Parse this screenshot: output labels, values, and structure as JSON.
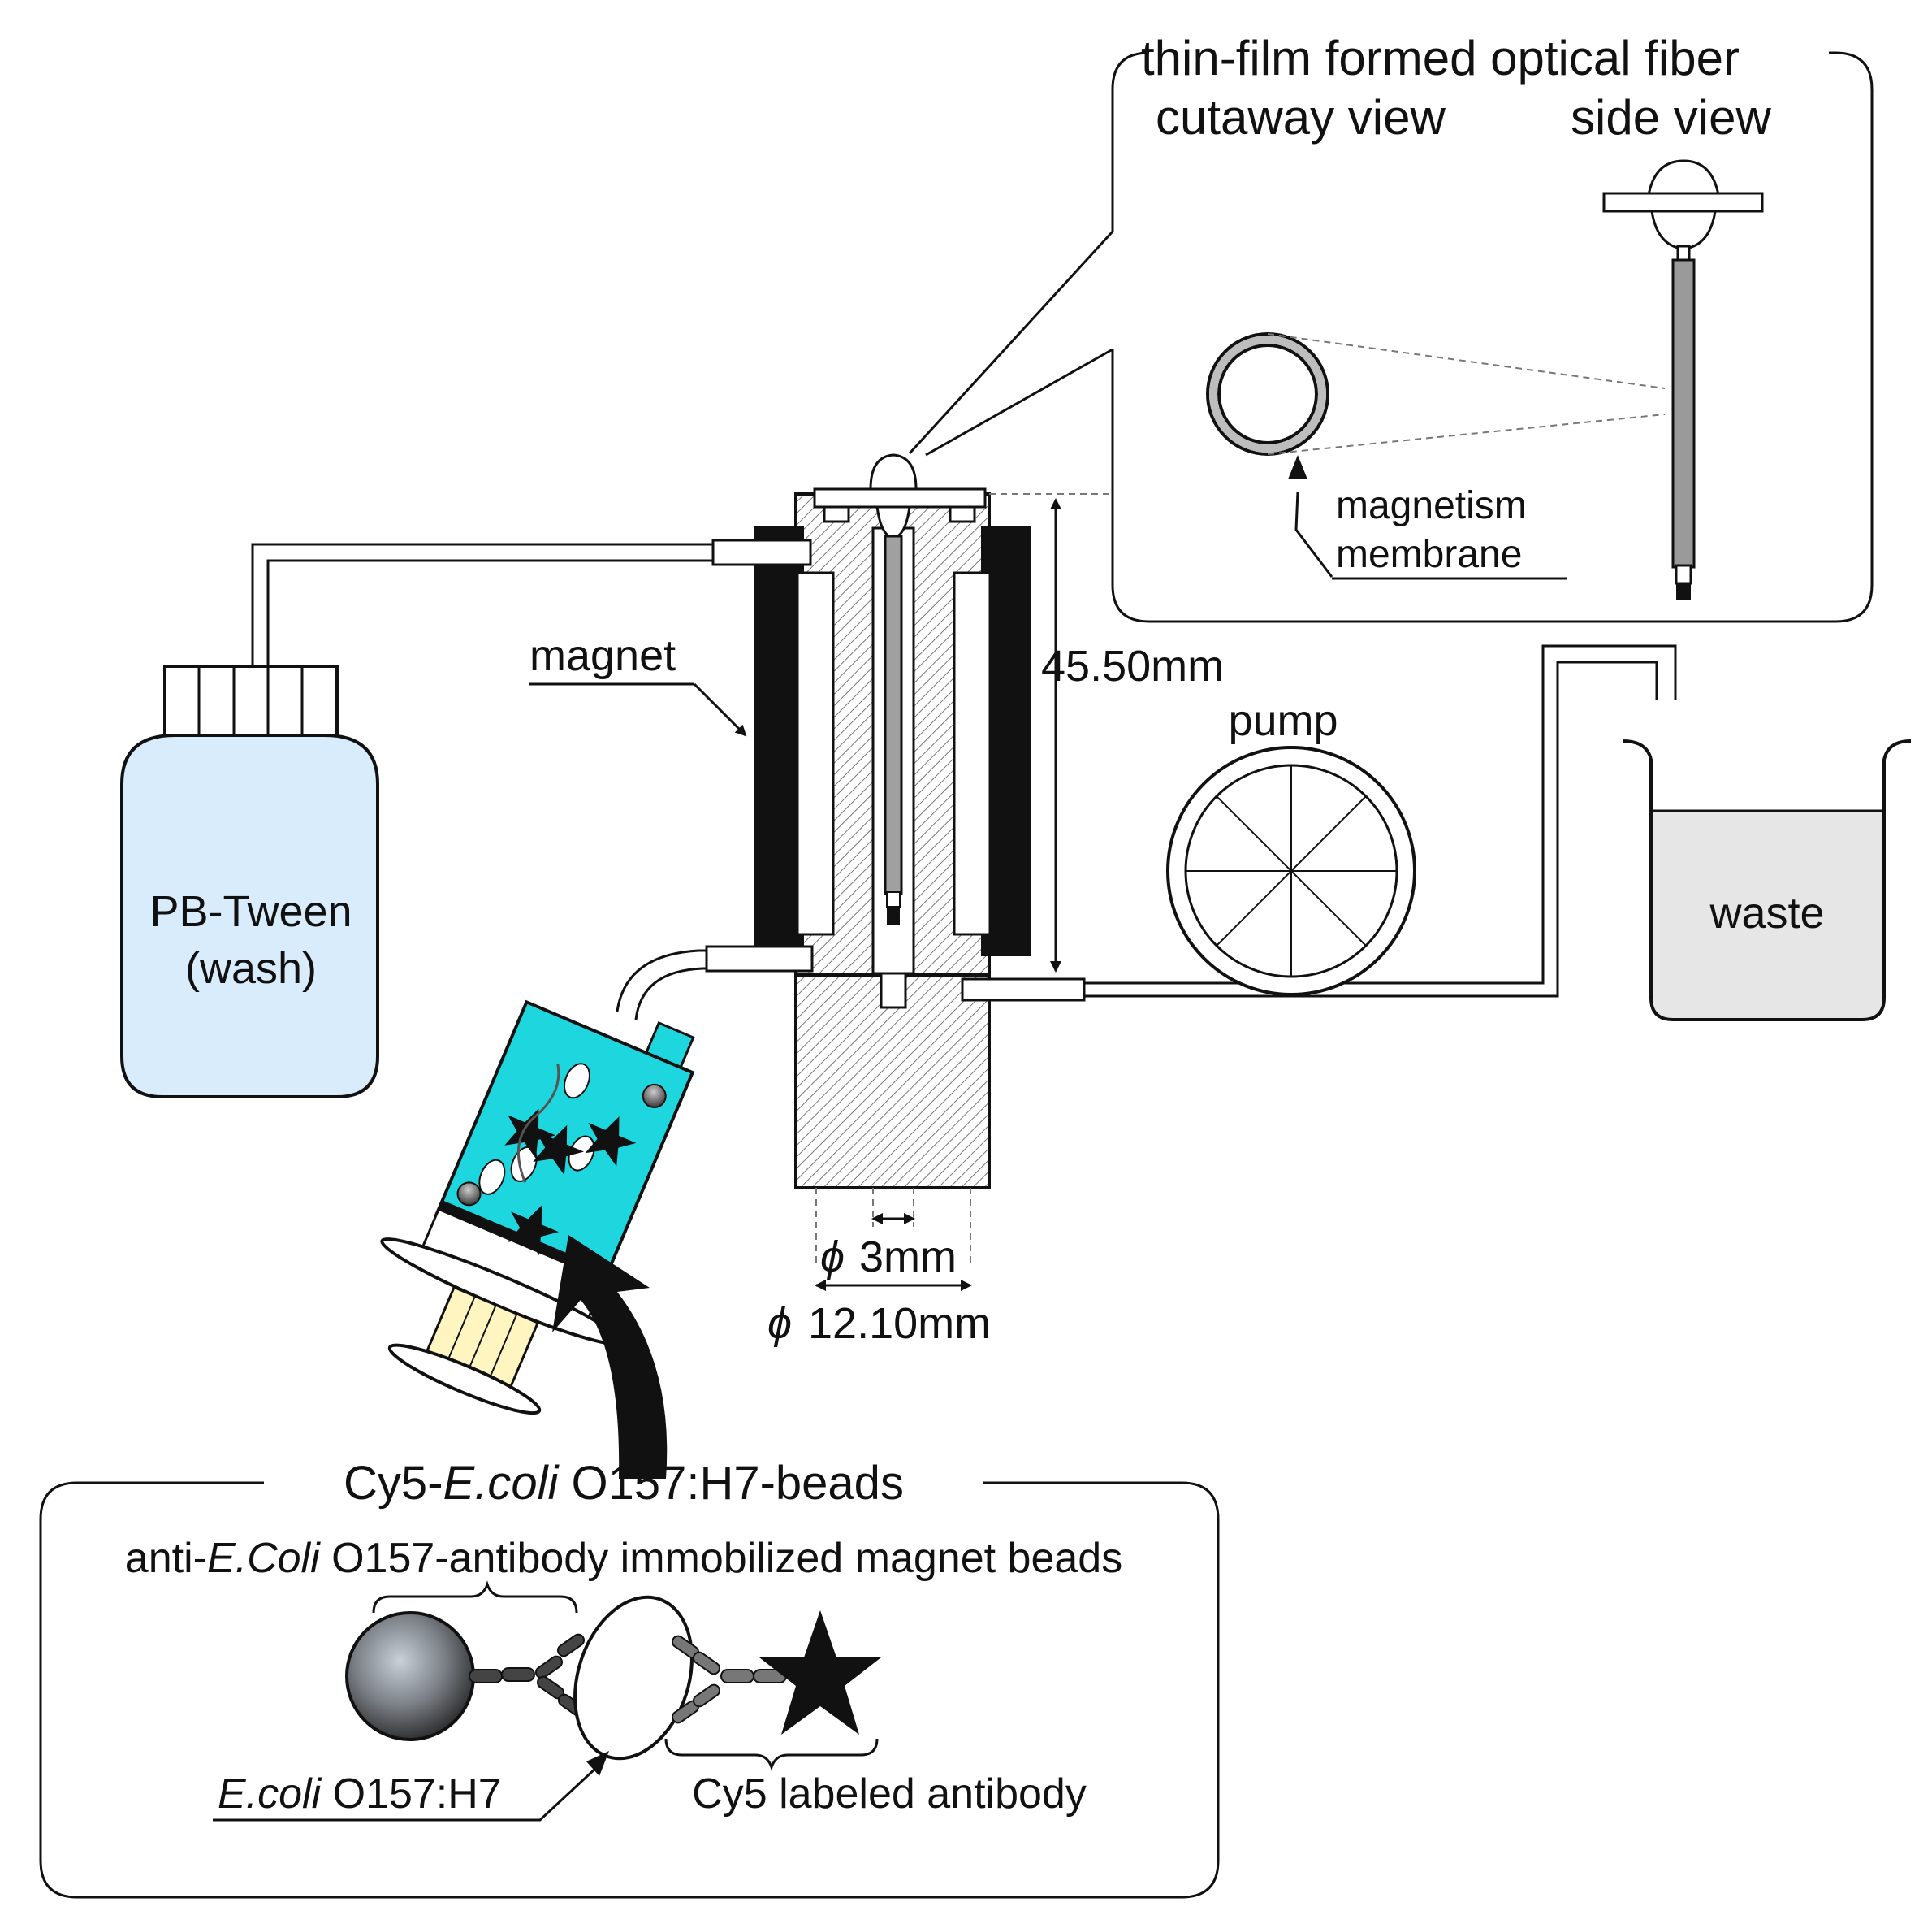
{
  "inset": {
    "title": "thin-film formed optical fiber",
    "cutaway_caption": "cutaway view",
    "side_caption": "side view",
    "membrane_label_line1": "magnetism",
    "membrane_label_line2": "membrane"
  },
  "labels": {
    "magnet": "magnet",
    "height_dim": "45.50mm",
    "pump": "pump",
    "waste": "waste",
    "bottle_line1": "PB-Tween",
    "bottle_line2": "(wash)",
    "phi_symbol": "ϕ",
    "inner_diameter": "3mm",
    "outer_diameter": "12.10mm"
  },
  "legend": {
    "title_prefix": "Cy5-",
    "title_italic": "E.coli",
    "title_suffix": " O157:H7-beads",
    "beads_prefix": "anti-",
    "beads_italic": "E.Coli",
    "beads_suffix": " O157-antibody immobilized magnet beads",
    "ecoli_italic": "E.coli",
    "ecoli_suffix": " O157:H7",
    "antibody_label": "Cy5 labeled antibody"
  },
  "colors": {
    "bottle_fill": "#d9ecfb",
    "syringe_fill": "#1ed6de",
    "waste_fill": "#e6e6e6",
    "outline": "#111111"
  }
}
